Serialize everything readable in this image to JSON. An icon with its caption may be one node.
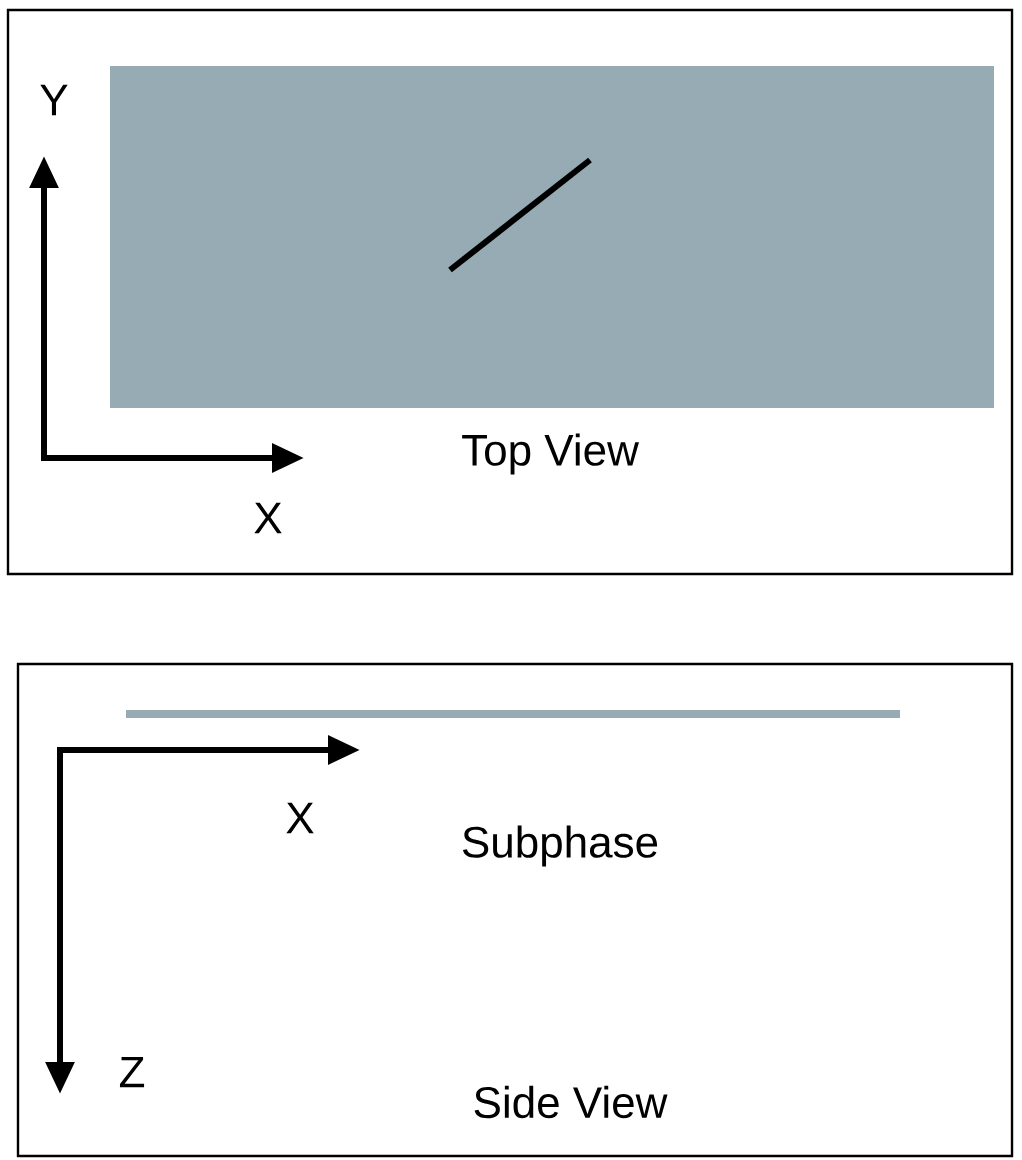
{
  "diagram": {
    "labels": [
      "Y",
      "X",
      "Top View",
      "X",
      "Subphase",
      "Z",
      "Side View"
    ]
  }
}
